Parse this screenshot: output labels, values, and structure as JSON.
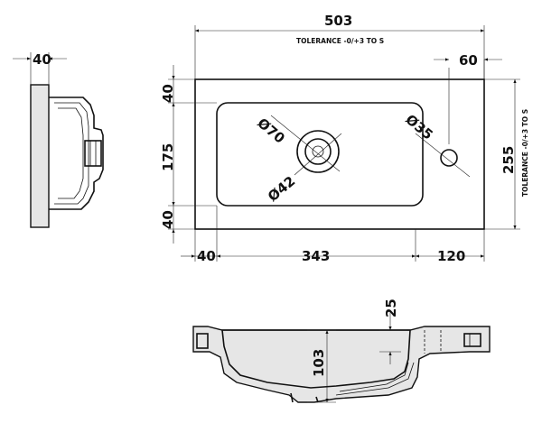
{
  "dimensions": {
    "overall_width": "503",
    "tolerance_top": "TOLERANCE -0/+3 TO S",
    "side_depth": "40",
    "tap_offset": "60",
    "left_top_margin": "40",
    "left_middle": "175",
    "left_bottom_margin": "40",
    "bowl_diameter": "Ø70",
    "waste_diameter": "Ø42",
    "tap_hole_diameter": "Ø35",
    "overall_depth": "255",
    "tolerance_right": "TOLERANCE -0/+3 TO S",
    "bottom_left": "40",
    "bottom_middle": "343",
    "bottom_right": "120",
    "section_lip": "25",
    "section_height": "103"
  },
  "colors": {
    "line": "#111111",
    "body_fill": "#e6e6e6",
    "background": "#ffffff"
  }
}
